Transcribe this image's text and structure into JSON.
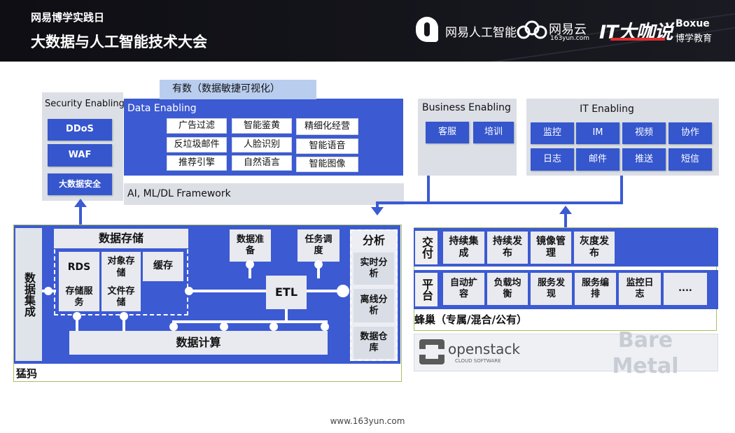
{
  "header": {
    "line1": "网易博学实践日",
    "line2": "大数据与人工智能技术大会",
    "logos": {
      "netease_ai": "网易人工智能",
      "netease_cloud": "网易云",
      "netease_cloud_url": "163yun.com",
      "it_talk": "IT大咖说",
      "boxue": "Boxue",
      "boxue_cn": "博学教育"
    }
  },
  "security": {
    "title": "Security Enabling",
    "items": [
      "DDoS",
      "WAF",
      "大数据安全"
    ]
  },
  "youshu": {
    "label": "有数（数据敏捷可视化）"
  },
  "data_enabling": {
    "title": "Data Enabling",
    "items": [
      "广告过滤",
      "智能鉴黄",
      "精细化经营",
      "反垃圾邮件",
      "人脸识别",
      "智能语音",
      "推荐引擎",
      "自然语言",
      "智能图像"
    ]
  },
  "framework": {
    "label": "AI, ML/DL Framework"
  },
  "business": {
    "title": "Business Enabling",
    "items": [
      "客服",
      "培训"
    ]
  },
  "it_enabling": {
    "title": "IT Enabling",
    "items": [
      "监控",
      "IM",
      "视频",
      "协作",
      "日志",
      "邮件",
      "推送",
      "短信"
    ]
  },
  "mammoth": {
    "label": "猛犸",
    "integration": "数据集成",
    "storage": {
      "title": "数据存储",
      "rds": "RDS",
      "object": "对象存储",
      "cache": "缓存",
      "storage_service": "存储服务",
      "file": "文件存储"
    },
    "prep": "数据准备",
    "scheduling": "任务调度",
    "etl": "ETL",
    "compute": "数据计算",
    "analysis": {
      "title": "分析",
      "items": [
        "实时分析",
        "离线分析",
        "数据仓库"
      ]
    }
  },
  "hive": {
    "label": "蜂巢（专属/混合/公有）",
    "delivery": {
      "title": "交付",
      "items": [
        "持续集成",
        "持续发布",
        "镜像管理",
        "灰度发布"
      ]
    },
    "platform": {
      "title": "平台",
      "items": [
        "自动扩容",
        "负载均衡",
        "服务发现",
        "服务编排",
        "监控日志",
        "...."
      ]
    },
    "openstack": "openstack",
    "openstack_sub": "CLOUD SOFTWARE",
    "bare_metal": "Bare Metal"
  },
  "footer": {
    "url": "www.163yun.com"
  }
}
